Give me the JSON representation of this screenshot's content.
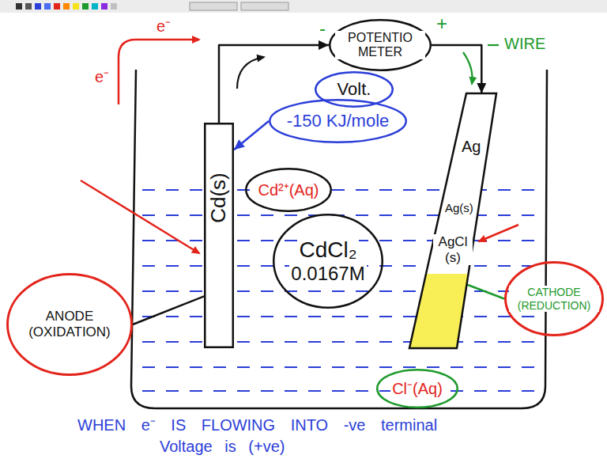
{
  "diagram": {
    "nodes": [
      {
        "text": [
          "POTENTIO METER"
        ]
      },
      {
        "text": [
          "Volt."
        ]
      },
      {
        "text": [
          "-150 KJ/mole"
        ]
      },
      {
        "text": [
          "Cd(s)"
        ]
      },
      {
        "text": [
          "Ag",
          "Ag(s)",
          "AgCl (s)"
        ]
      },
      {
        "text": [
          "Cd²⁺(Aq)"
        ]
      },
      {
        "text": [
          "CdCl₂",
          "0.0167M"
        ]
      },
      {
        "text": [
          "ANODE (OXIDATION)"
        ]
      },
      {
        "text": [
          "CATHODE (REDUCTION)"
        ]
      },
      {
        "text": [
          "Cl⁻(Aq)"
        ]
      }
    ],
    "edges": [
      {
        "from": 3,
        "to": 0,
        "arrow": "to"
      },
      {
        "from": 0,
        "to": 4,
        "arrow": "to"
      },
      {
        "from": 2,
        "to": 3,
        "arrow": "to"
      },
      {
        "from": 7,
        "to": 3,
        "arrow": "none"
      },
      {
        "from": 8,
        "to": 4,
        "arrow": "none"
      }
    ],
    "labels": [
      "-",
      "+",
      "WIRE",
      "e⁻",
      "e⁻",
      "WHEN e⁻ IS FLOWING INTO -ve terminal",
      "Voltage is (+ve)"
    ]
  }
}
